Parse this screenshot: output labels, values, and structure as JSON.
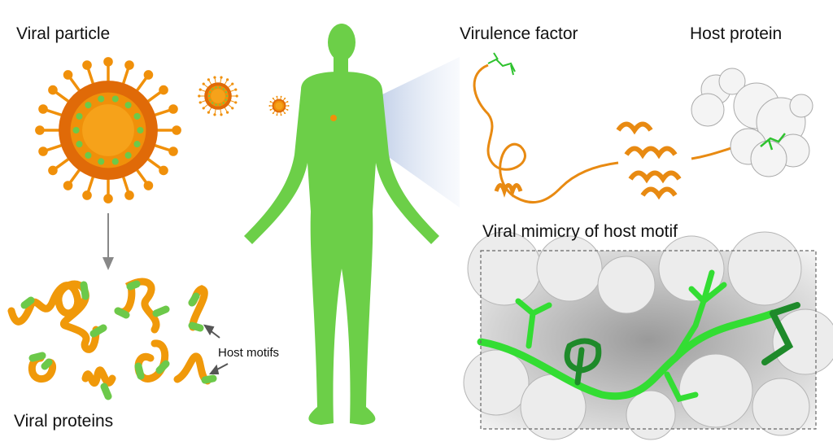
{
  "labels": {
    "viral_particle": "Viral particle",
    "virulence_factor": "Virulence factor",
    "host_protein": "Host protein",
    "mimicry": "Viral mimicry of host motif",
    "host_motifs": "Host motifs",
    "viral_proteins": "Viral proteins"
  },
  "colors": {
    "virus_orange": "#f0900a",
    "virus_dark": "#e06a08",
    "motif_green": "#6cc94a",
    "body_green": "#6ccf48",
    "stick_green": "#2ed12e",
    "stick_dark": "#1e8a2a",
    "surface_gray": "#d8d8d8"
  }
}
